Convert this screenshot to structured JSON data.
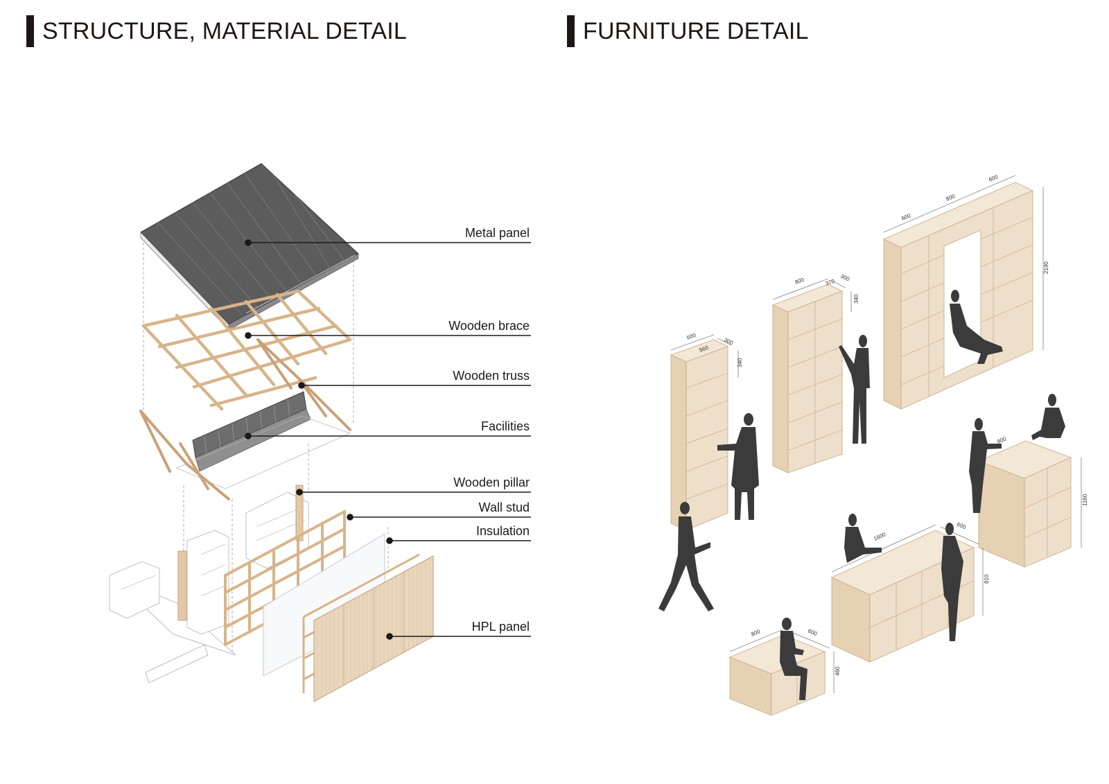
{
  "headings": {
    "structure": "STRUCTURE, MATERIAL DETAIL",
    "furniture": "FURNITURE DETAIL"
  },
  "callouts": [
    {
      "label": "Metal panel"
    },
    {
      "label": "Wooden brace"
    },
    {
      "label": "Wooden truss"
    },
    {
      "label": "Facilities"
    },
    {
      "label": "Wooden pillar"
    },
    {
      "label": "Wall stud"
    },
    {
      "label": "Insulation"
    },
    {
      "label": "HPL panel"
    }
  ],
  "dimensions": {
    "shelf_a": {
      "width": "600",
      "depth": "300",
      "inner": "560",
      "spacing": "340"
    },
    "shelf_b": {
      "width": "800",
      "depth": "300",
      "inner": "370",
      "spacing": "340"
    },
    "shelf_c": {
      "w1": "600",
      "w2": "800",
      "w3": "600",
      "height": "2190"
    },
    "counter": {
      "width": "1600",
      "depth": "600",
      "height": "810"
    },
    "island": {
      "width": "800",
      "height": "1160"
    },
    "bench": {
      "width": "800",
      "depth": "600",
      "height": "460"
    }
  },
  "colors": {
    "heading_bar": "#1e1614",
    "wood": "#eedfcb",
    "wood_dark": "#d9c3a4",
    "metal": "#5a5a5a",
    "figure": "#3b3b3b"
  }
}
